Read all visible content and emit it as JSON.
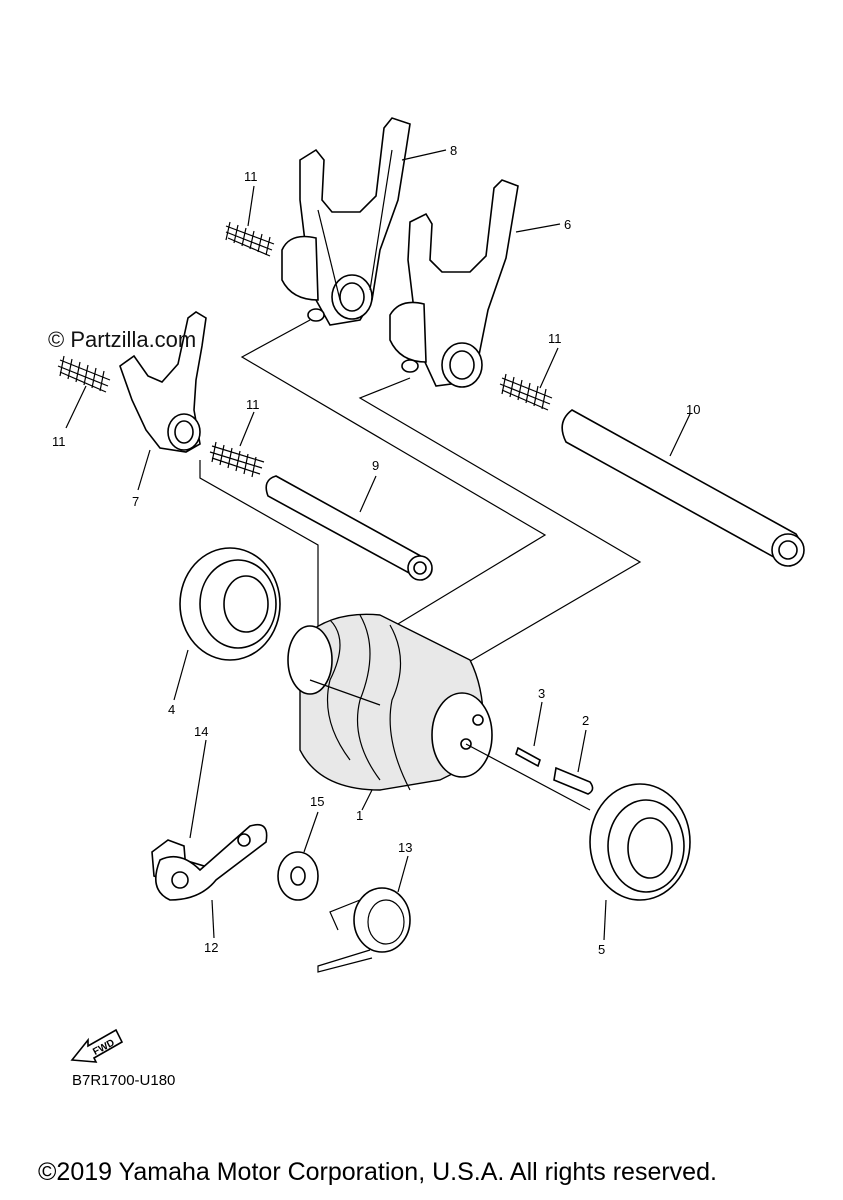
{
  "watermark": "© Partzilla.com",
  "fwd_label": "FWD",
  "drawing_code": "B7R1700-U180",
  "copyright": "©2019 Yamaha Motor Corporation, U.S.A. All rights reserved.",
  "callouts": {
    "c1": "1",
    "c2": "2",
    "c3": "3",
    "c4": "4",
    "c5": "5",
    "c6": "6",
    "c7": "7",
    "c8": "8",
    "c9": "9",
    "c10": "10",
    "c11a": "11",
    "c11b": "11",
    "c11c": "11",
    "c11d": "11",
    "c12": "12",
    "c13": "13",
    "c14": "14",
    "c15": "15"
  }
}
